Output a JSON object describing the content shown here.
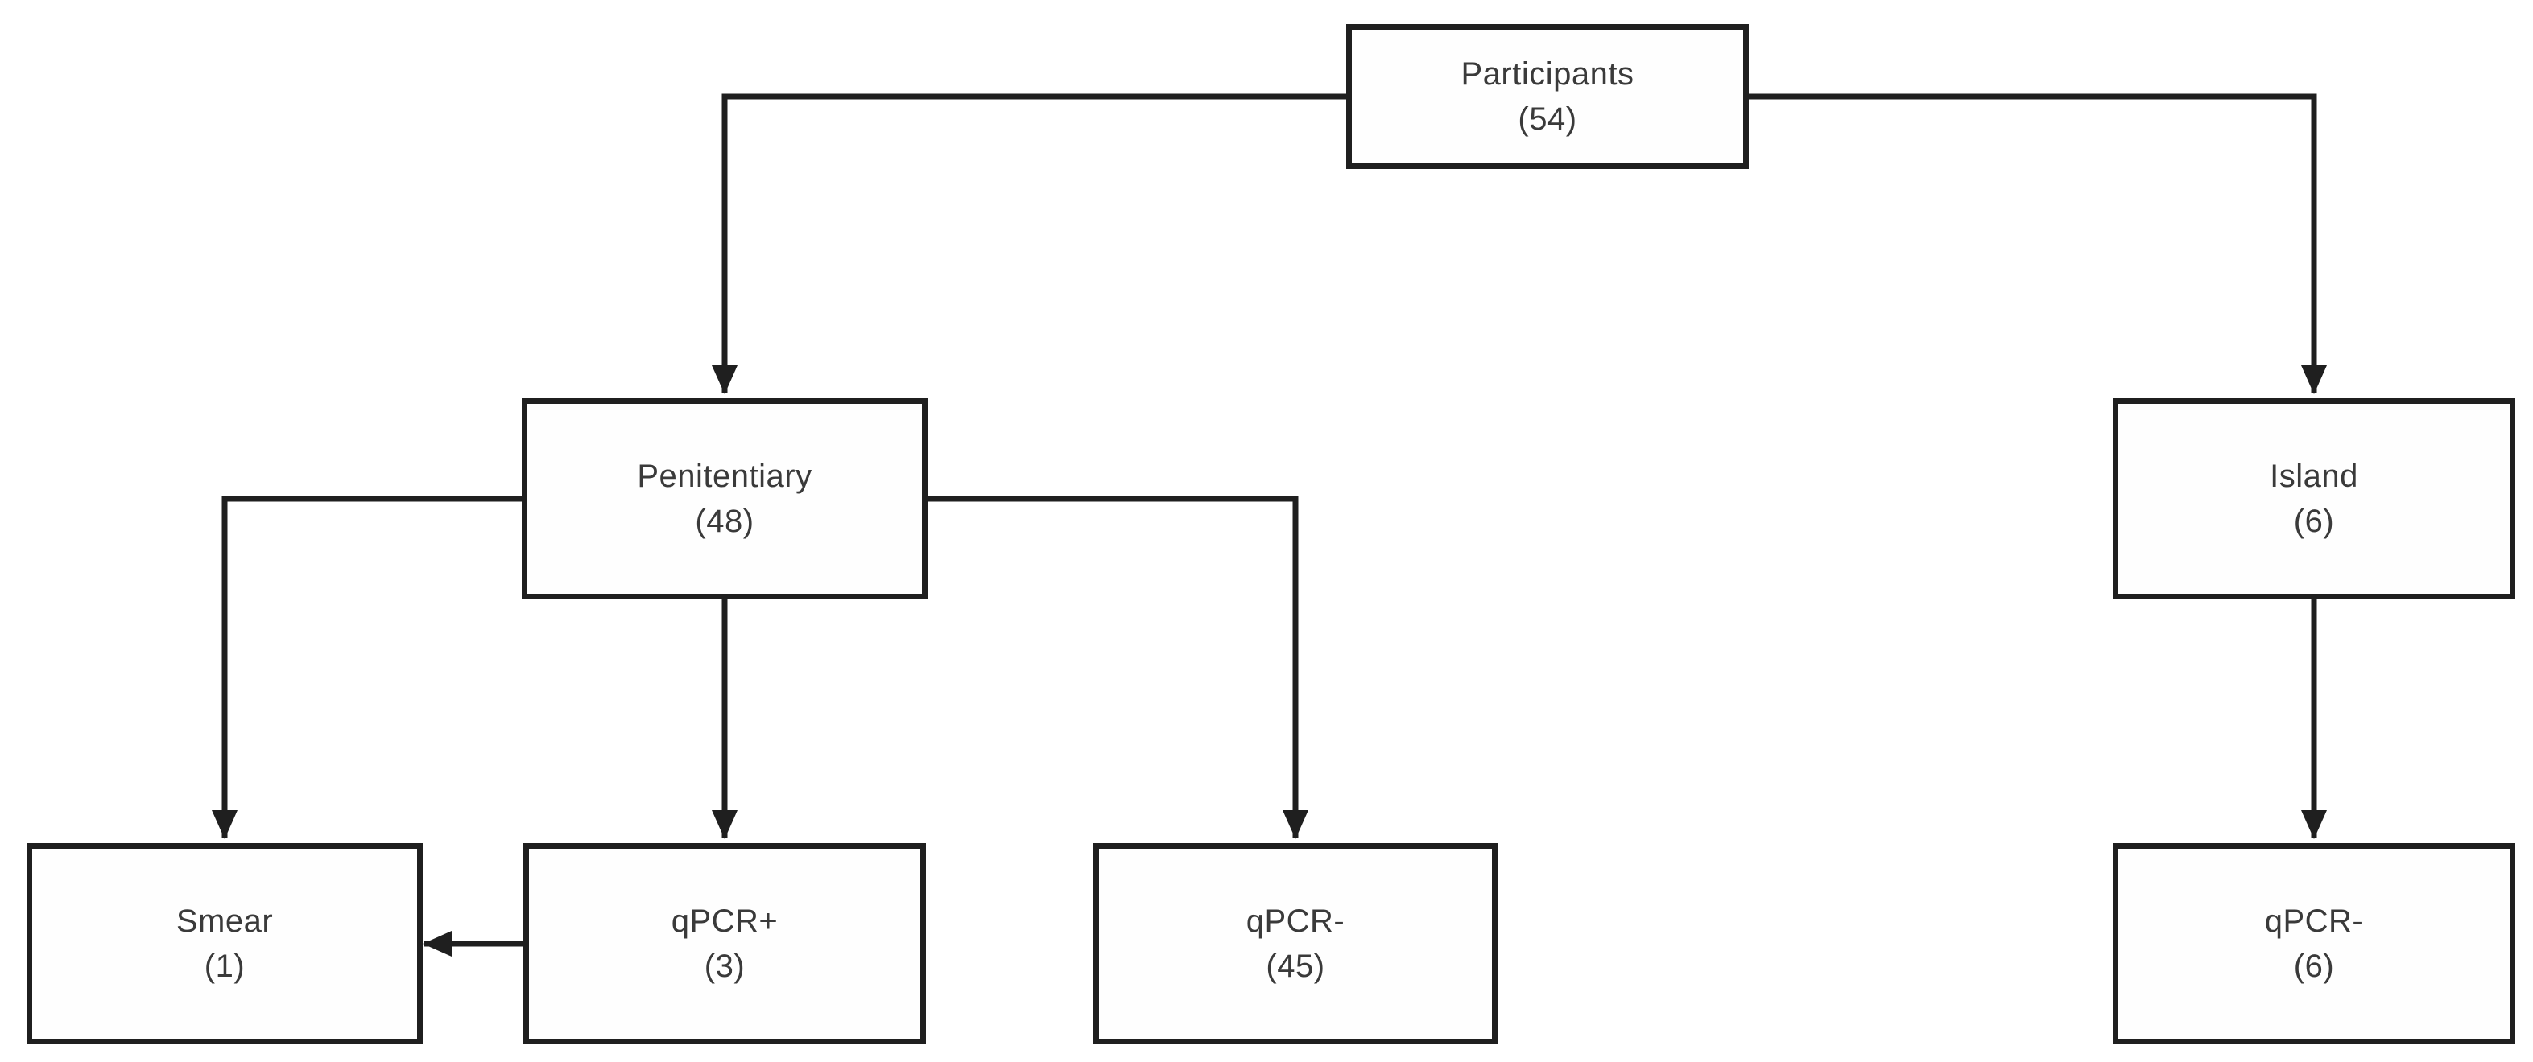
{
  "diagram": {
    "type": "flowchart",
    "nodes": [
      {
        "id": "participants",
        "label": "Participants",
        "count": "(54)"
      },
      {
        "id": "penitentiary",
        "label": "Penitentiary",
        "count": "(48)"
      },
      {
        "id": "island",
        "label": "Island",
        "count": "(6)"
      },
      {
        "id": "smear",
        "label": "Smear",
        "count": "(1)"
      },
      {
        "id": "qpcr_positive",
        "label": "qPCR+",
        "count": "(3)"
      },
      {
        "id": "qpcr_negative_penitentiary",
        "label": "qPCR-",
        "count": "(45)"
      },
      {
        "id": "qpcr_negative_island",
        "label": "qPCR-",
        "count": "(6)"
      }
    ],
    "edges": [
      {
        "from": "participants",
        "to": "penitentiary"
      },
      {
        "from": "participants",
        "to": "island"
      },
      {
        "from": "penitentiary",
        "to": "smear"
      },
      {
        "from": "penitentiary",
        "to": "qpcr_positive"
      },
      {
        "from": "penitentiary",
        "to": "qpcr_negative_penitentiary"
      },
      {
        "from": "island",
        "to": "qpcr_negative_island"
      },
      {
        "from": "qpcr_positive",
        "to": "smear"
      }
    ],
    "colors": {
      "line": "#1f1f1f",
      "text": "#3a3a3a",
      "box_fill": "#fefefe",
      "background": "#ffffff"
    }
  }
}
